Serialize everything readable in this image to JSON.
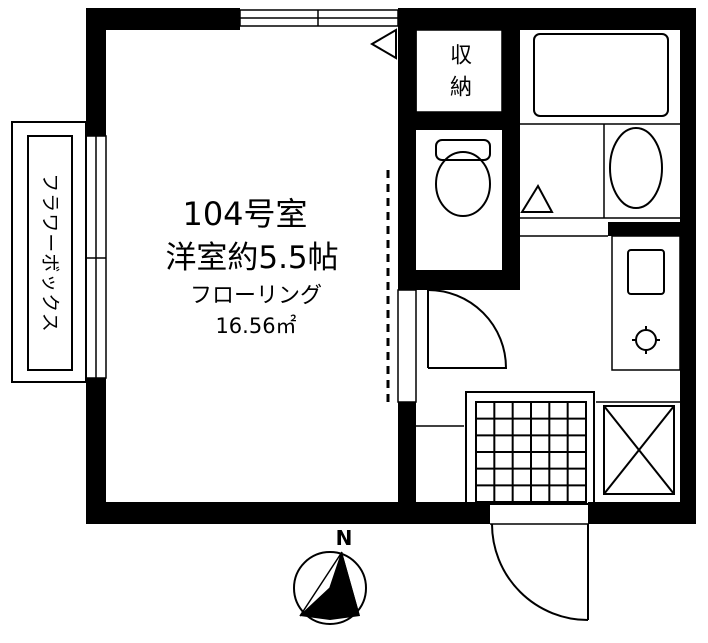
{
  "room": {
    "number": "104号室",
    "type_size": "洋室約5.5帖",
    "flooring": "フローリング",
    "area": "16.56㎡"
  },
  "labels": {
    "storage": [
      "収",
      "納"
    ],
    "flower_box": "フラワーボックス"
  },
  "compass": {
    "north_label": "N"
  }
}
